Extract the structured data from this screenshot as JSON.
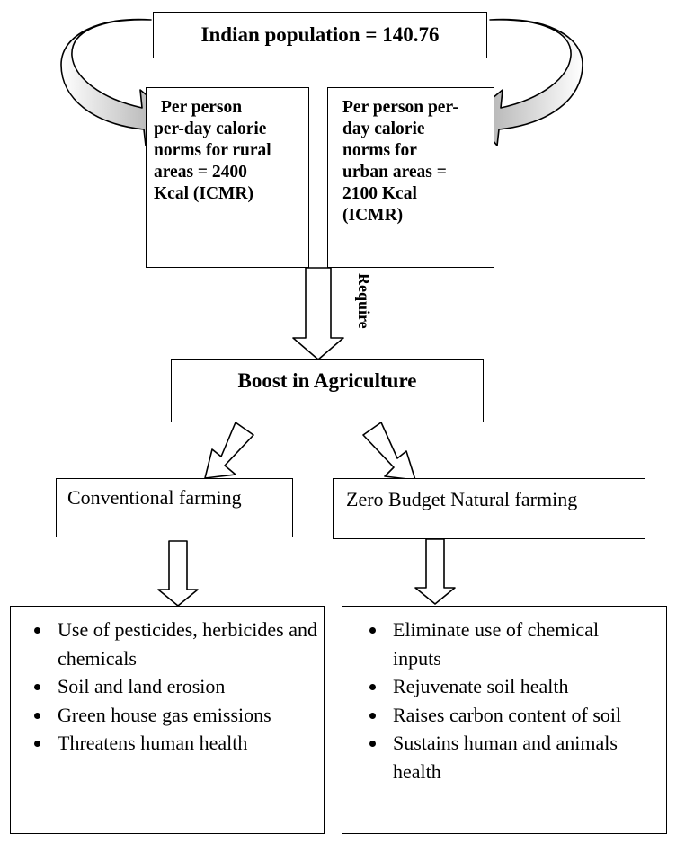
{
  "population": {
    "label": "Indian population = 140.76"
  },
  "rural": {
    "lines": [
      "Per person",
      "per-day calorie",
      "norms for rural",
      "areas = 2400",
      "Kcal (ICMR)"
    ]
  },
  "urban": {
    "lines": [
      "Per person per-",
      "day calorie",
      "norms for",
      "urban areas =",
      "2100 Kcal",
      "(ICMR)"
    ]
  },
  "require_label": "Require",
  "boost": {
    "label": "Boost in Agriculture"
  },
  "conventional": {
    "label": "Conventional farming",
    "items": [
      "Use of pesticides, herbicides and chemicals",
      "Soil and land erosion",
      "Green house gas emissions",
      "Threatens human health"
    ]
  },
  "zbnf": {
    "label": "Zero Budget Natural farming",
    "items": [
      "Eliminate use of chemical inputs",
      "Rejuvenate soil health",
      "Raises carbon content of soil",
      "Sustains  human and animals health"
    ]
  },
  "colors": {
    "stroke": "#000000",
    "curved_arrow_shade": "#b5b5b5",
    "background": "#ffffff"
  }
}
